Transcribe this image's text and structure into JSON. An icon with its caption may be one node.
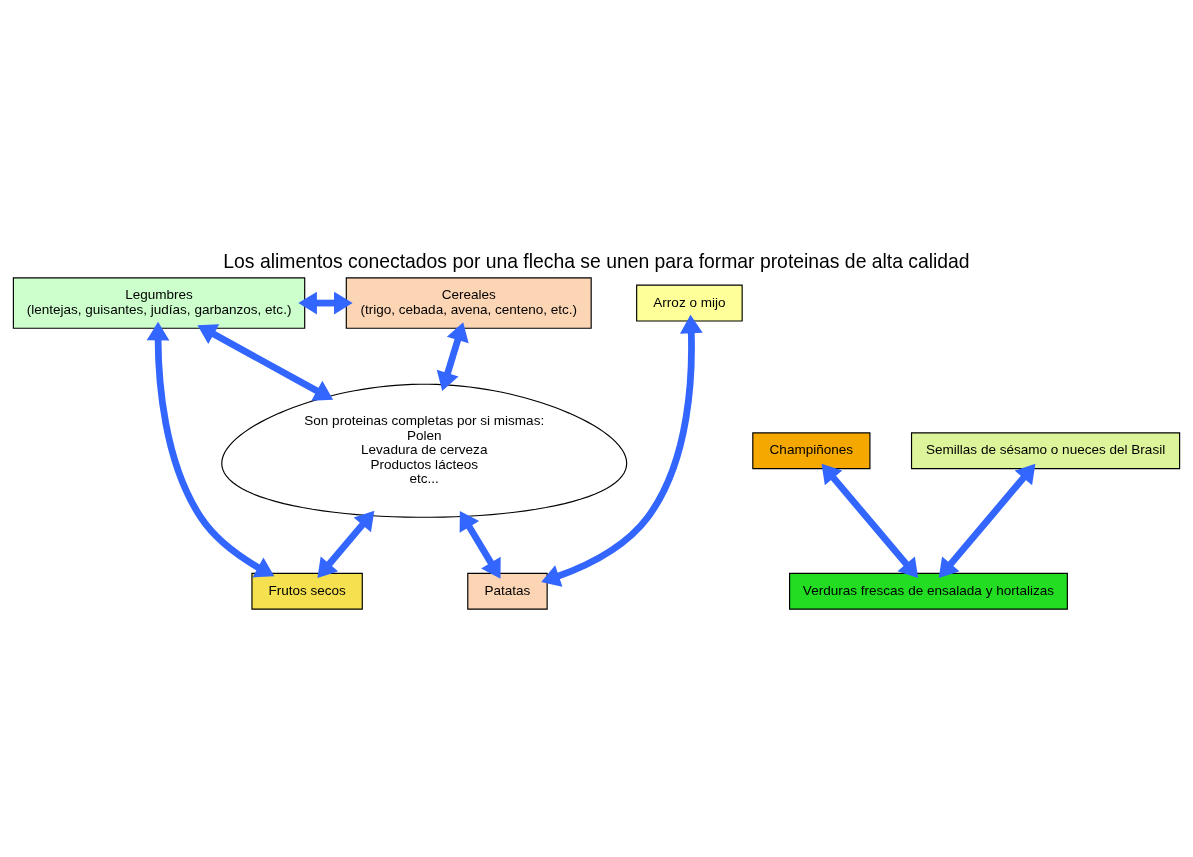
{
  "diagram": {
    "title": "Los alimentos conectados por una flecha se unen para formar proteinas de alta calidad",
    "nodes": [
      {
        "text": [
          "Legumbres",
          "(lentejas, guisantes, judías, garbanzos, etc.)"
        ]
      },
      {
        "text": [
          "Cereales",
          "(trigo, cebada, avena, centeno, etc.)"
        ]
      },
      {
        "text": [
          "Arroz o mijo"
        ]
      },
      {
        "text": [
          "Champiñones"
        ]
      },
      {
        "text": [
          "Son proteinas completas por si mismas:",
          "Polen",
          "Levadura de cerveza",
          "Productos lácteos",
          "etc..."
        ]
      },
      {
        "text": [
          "Frutos secos"
        ]
      },
      {
        "text": [
          "Semillas de sésamo o nueces del Brasil"
        ]
      },
      {
        "text": [
          "Patatas"
        ]
      },
      {
        "text": [
          "Verduras frescas de ensalada y hortalizas"
        ]
      }
    ],
    "edges": [
      {
        "from": 0,
        "to": 1,
        "arrow": "both"
      },
      {
        "from": 0,
        "to": 4,
        "arrow": "both"
      },
      {
        "from": 4,
        "to": 1,
        "arrow": "both"
      },
      {
        "from": 0,
        "to": 5,
        "arrow": "both"
      },
      {
        "from": 2,
        "to": 7,
        "arrow": "both"
      },
      {
        "from": 3,
        "to": 8,
        "arrow": "both"
      },
      {
        "from": 4,
        "to": 5,
        "arrow": "both"
      },
      {
        "from": 4,
        "to": 7,
        "arrow": "both"
      },
      {
        "from": 6,
        "to": 8,
        "arrow": "both"
      }
    ]
  }
}
